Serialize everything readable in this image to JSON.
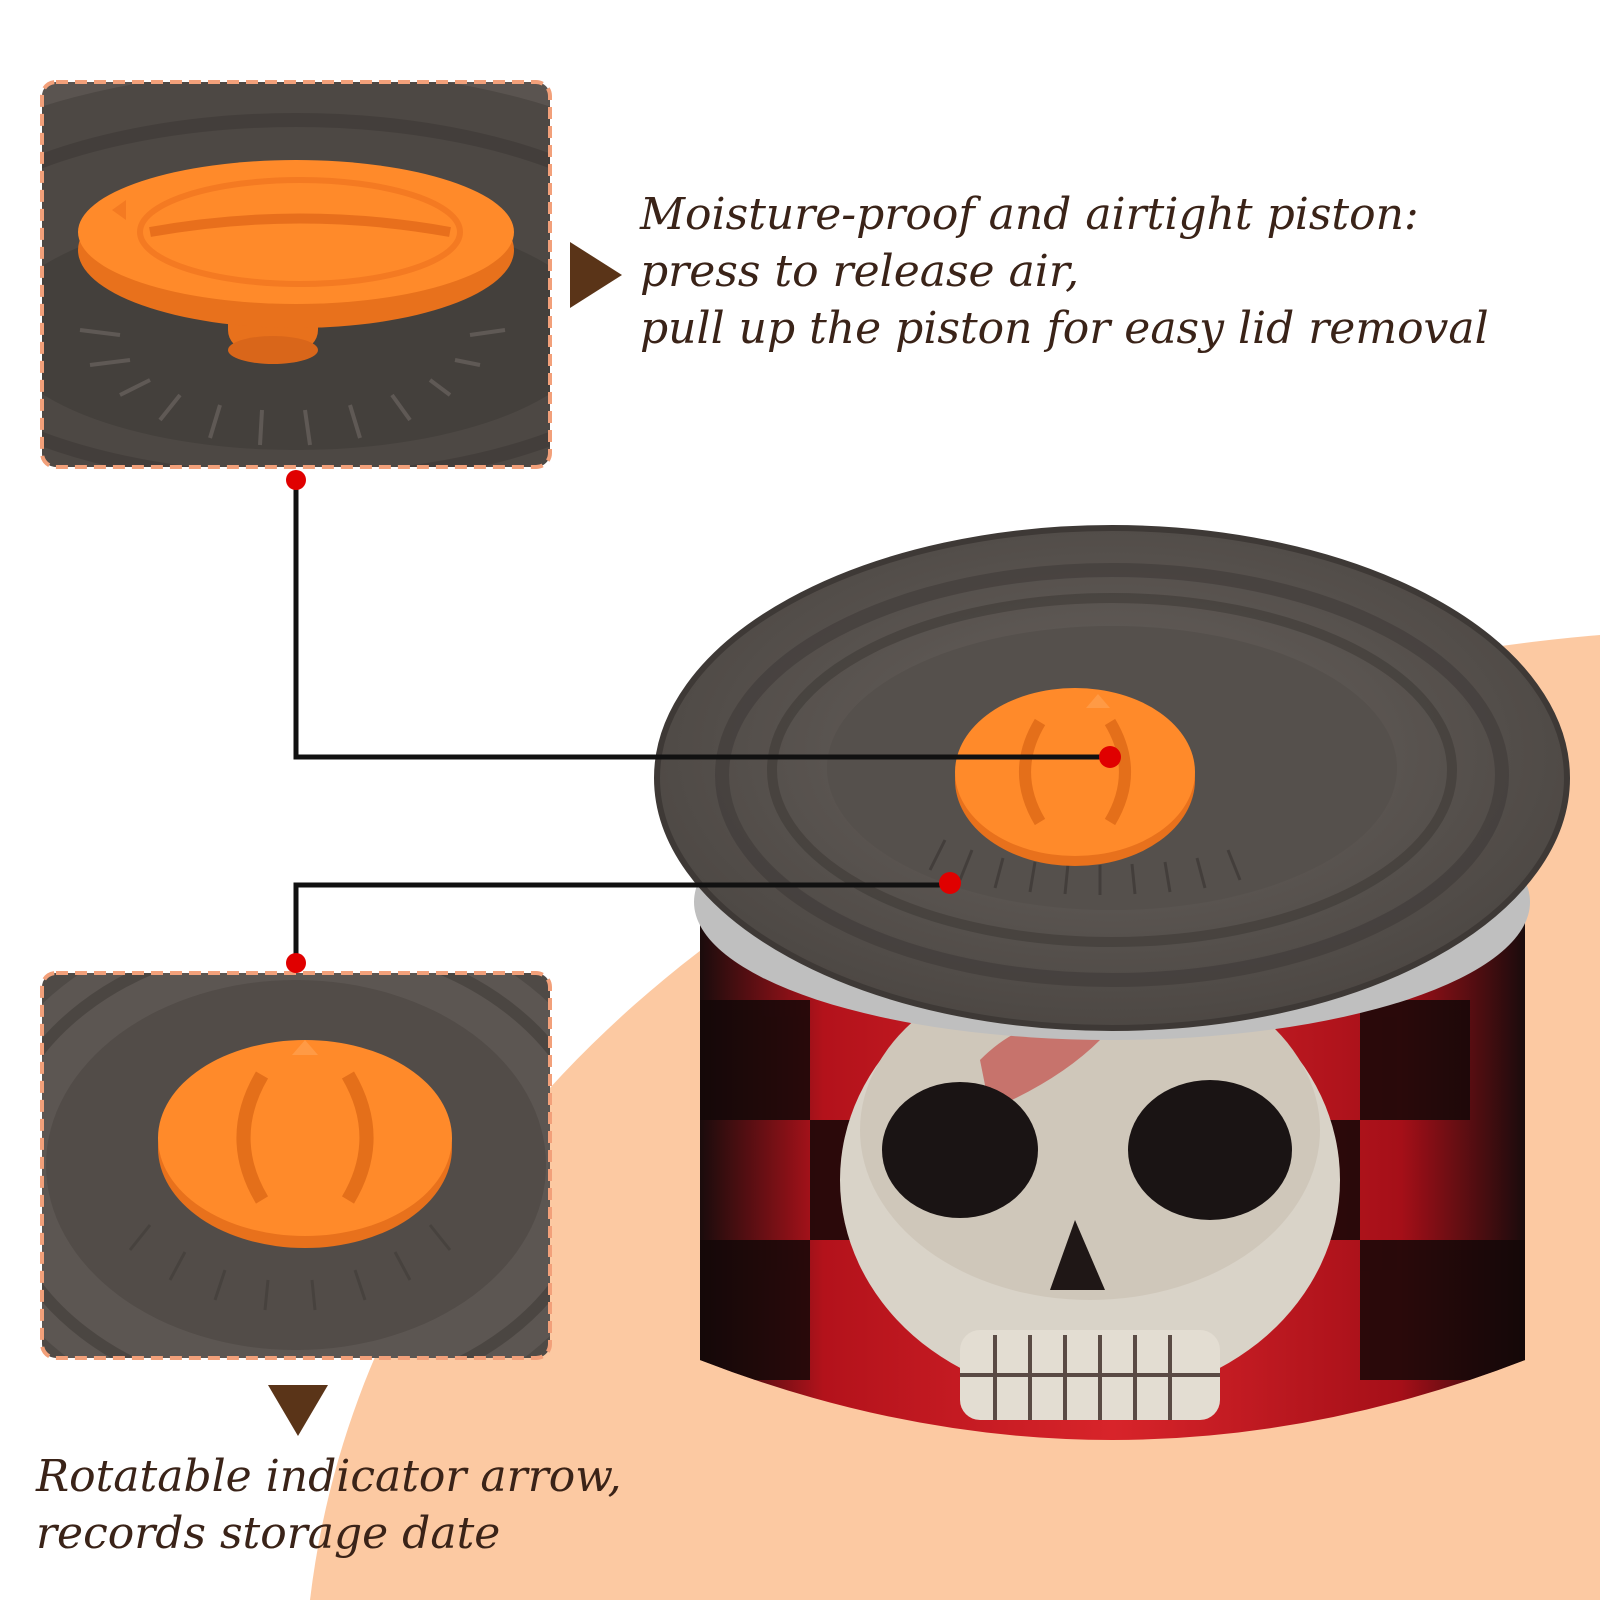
{
  "captions": {
    "piston": {
      "line1": "Moisture-proof and airtight piston:",
      "line2": "press to release air,",
      "line3": "pull up the piston for easy lid removal"
    },
    "indicator": {
      "line1": "Rotatable indicator arrow,",
      "line2": "records storage date"
    }
  },
  "colors": {
    "background": "#ffffff",
    "accent_peach": "#fcc9a2",
    "text_brown": "#3a2318",
    "arrow_brown": "#5a3418",
    "knob_orange": "#ff8a2a",
    "lid_gray": "#5c5652",
    "callout_red": "#e00000",
    "frame_dash": "#f2a07a"
  },
  "icons": {
    "piston_pointer": "triangle-right-icon",
    "indicator_pointer": "triangle-down-icon"
  }
}
